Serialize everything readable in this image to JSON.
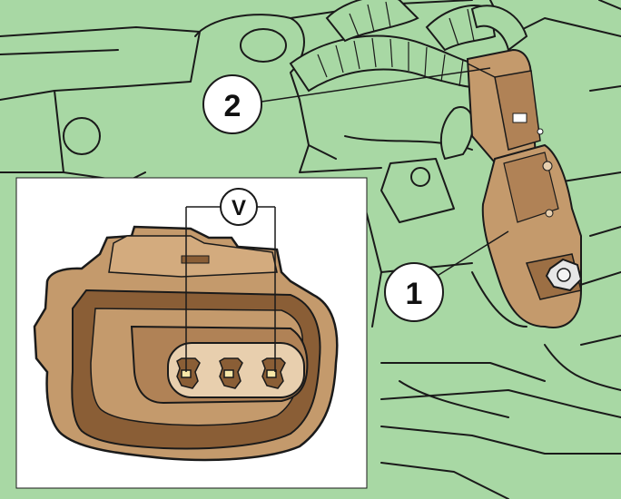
{
  "colors": {
    "background": "#a8d8a4",
    "line": "#1a1a1a",
    "connector": "#c49a6c",
    "connector_dark": "#8a5e36",
    "inset_bg": "#ffffff",
    "callout_bg": "#ffffff"
  },
  "callouts": {
    "label_1": "1",
    "label_2": "2",
    "label_v": "V"
  },
  "icons": [
    "sensor-body",
    "electrical-connector",
    "mounting-bolt",
    "wire-harness"
  ]
}
